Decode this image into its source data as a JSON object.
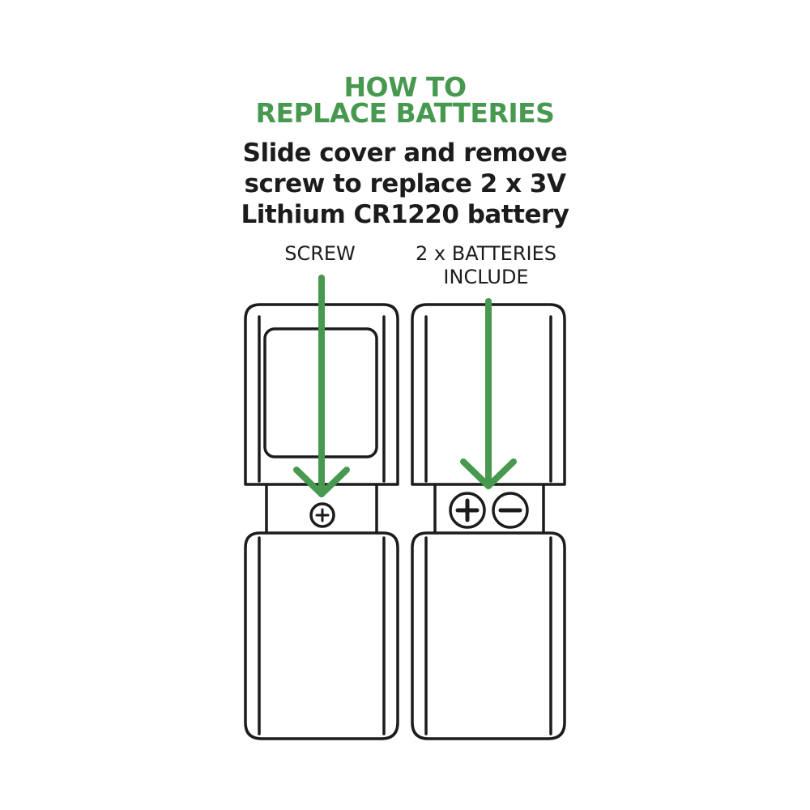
{
  "heading": {
    "line1": "HOW TO",
    "line2": "REPLACE BATTERIES"
  },
  "instructions": {
    "line1": "Slide cover and remove",
    "line2": "screw to replace 2 x 3V",
    "line3": "Lithium CR1220 battery"
  },
  "callouts": {
    "screw": "SCREW",
    "batteries_line1": "2 x BATTERIES",
    "batteries_line2": "INCLUDE"
  },
  "colors": {
    "accent_green": "#47994f",
    "outline": "#1c1c1c"
  },
  "icons": [
    "arrow-down-icon",
    "screw-plus-icon",
    "battery-plus-icon",
    "battery-minus-icon"
  ]
}
